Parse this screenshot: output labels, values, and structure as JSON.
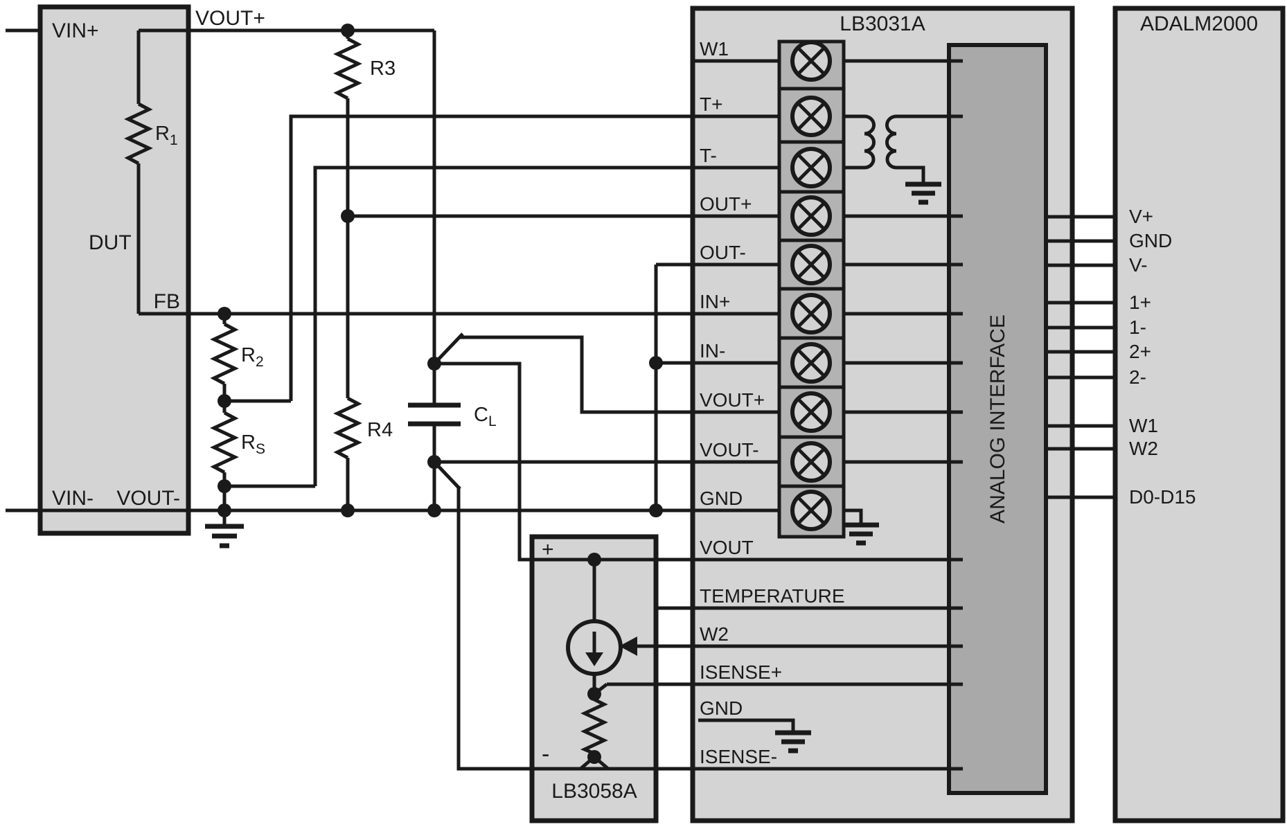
{
  "dut": {
    "title": "DUT",
    "vin_plus": "VIN+",
    "vout_plus": "VOUT+",
    "fb": "FB",
    "vin_minus": "VIN-",
    "vout_minus": "VOUT-"
  },
  "components": {
    "r1": {
      "base": "R",
      "sub": "1"
    },
    "r2": {
      "base": "R",
      "sub": "2"
    },
    "rs": {
      "base": "R",
      "sub": "S"
    },
    "r3": {
      "label": "R3"
    },
    "r4": {
      "label": "R4"
    },
    "cl": {
      "base": "C",
      "sub": "L"
    }
  },
  "lb3058a": {
    "title": "LB3058A",
    "plus": "+",
    "minus": "-"
  },
  "lb3031a": {
    "title": "LB3031A",
    "analog_interface": "ANALOG INTERFACE",
    "pins": [
      "W1",
      "T+",
      "T-",
      "OUT+",
      "OUT-",
      "IN+",
      "IN-",
      "VOUT+",
      "VOUT-",
      "GND",
      "VOUT",
      "TEMPERATURE",
      "W2",
      "ISENSE+",
      "GND",
      "ISENSE-"
    ]
  },
  "adalm2000": {
    "title": "ADALM2000",
    "ports": [
      "V+",
      "GND",
      "V-",
      "1+",
      "1-",
      "2+",
      "2-",
      "W1",
      "W2",
      "D0-D15"
    ]
  },
  "colors": {
    "block_fill": "#d4d4d4",
    "terminal_strip_fill": "#b3b3b3",
    "analog_interface_fill": "#a9a9a9",
    "screw_fill": "#d2d2d2",
    "line": "#1a1a1a",
    "background": "#ffffff"
  }
}
